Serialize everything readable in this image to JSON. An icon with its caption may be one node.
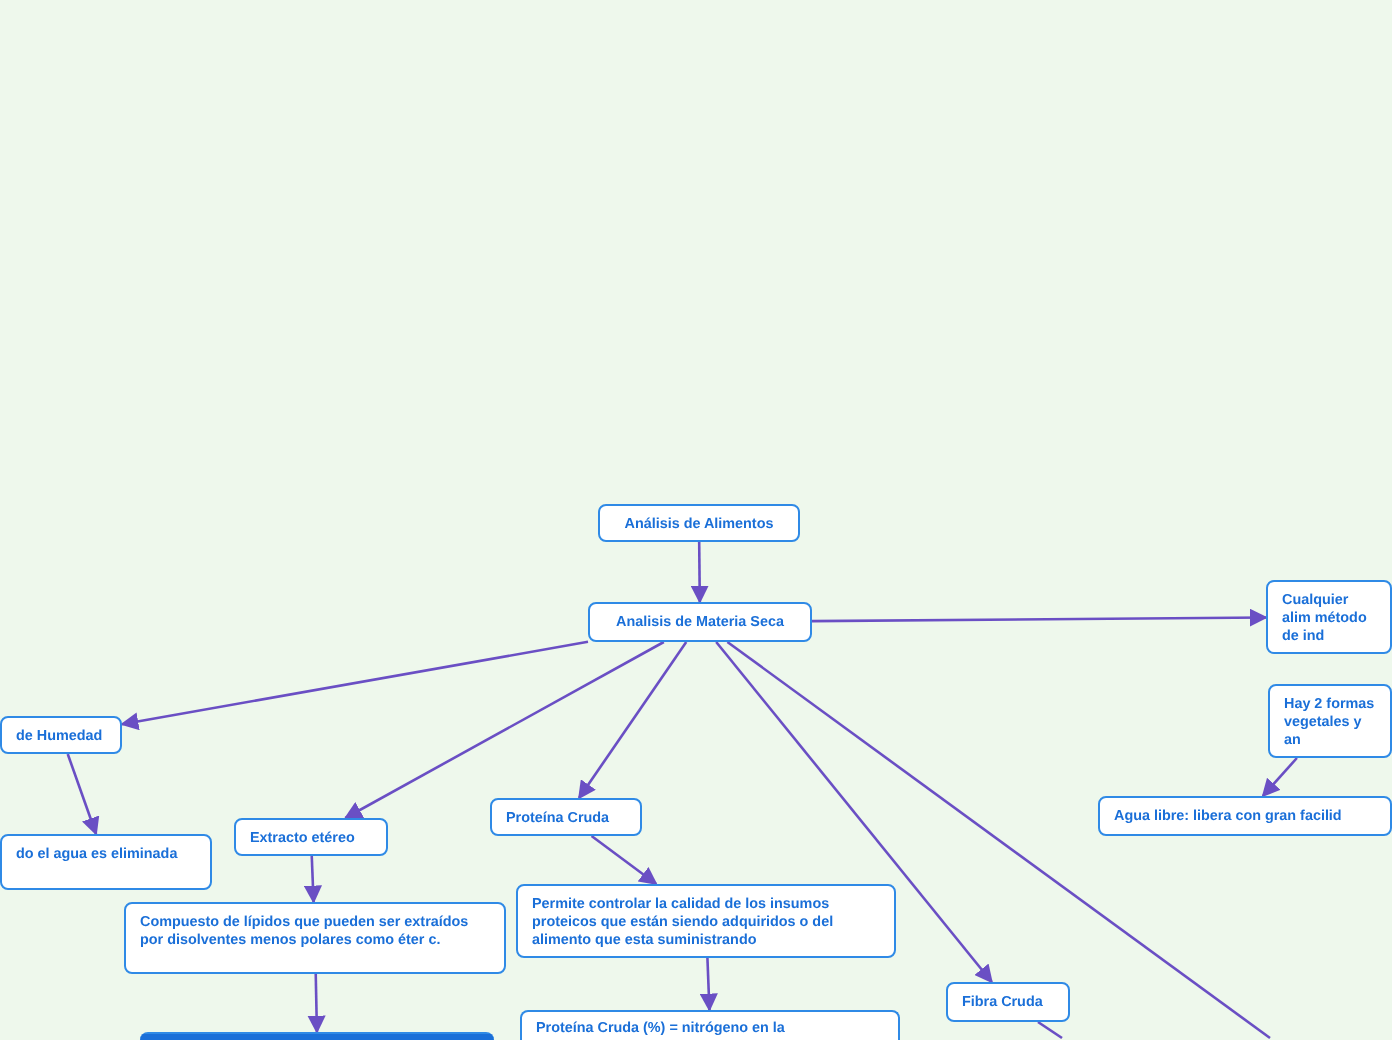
{
  "diagram": {
    "nodes": [
      {
        "text": [
          "Análisis de Alimentos"
        ]
      },
      {
        "text": [
          "Analisis de Materia Seca"
        ]
      },
      {
        "text": [
          "de Humedad"
        ]
      },
      {
        "text": [
          "do el agua es eliminada"
        ]
      },
      {
        "text": [
          "Extracto etéreo"
        ]
      },
      {
        "text": [
          "Compuesto de lípidos que pueden ser extraídos por disolventes menos polares como éter c."
        ]
      },
      {
        "text": [],
        "shape": "box"
      },
      {
        "text": [
          "Proteína Cruda"
        ]
      },
      {
        "text": [
          "Permite controlar la calidad de los insumos proteicos que están siendo adquiridos o del alimento que esta suministrando"
        ]
      },
      {
        "text": [
          "Proteína Cruda (%) = nitrógeno en la"
        ]
      },
      {
        "text": [
          "Fibra Cruda"
        ]
      },
      {
        "text": [
          "Cualquier alim método de ind"
        ]
      },
      {
        "text": [
          "Hay 2 formas vegetales y an"
        ]
      },
      {
        "text": [
          "Agua libre: libera con gran facilid"
        ]
      }
    ],
    "edges": [
      {
        "from": 0,
        "to": 1,
        "arrow": "to"
      },
      {
        "from": 1,
        "to": 2,
        "arrow": "to"
      },
      {
        "from": 2,
        "to": 3,
        "arrow": "to"
      },
      {
        "from": 1,
        "to": 4,
        "arrow": "to"
      },
      {
        "from": 4,
        "to": 5,
        "arrow": "to"
      },
      {
        "from": 5,
        "to": 6,
        "arrow": "to"
      },
      {
        "from": 1,
        "to": 7,
        "arrow": "to"
      },
      {
        "from": 7,
        "to": 8,
        "arrow": "to"
      },
      {
        "from": 8,
        "to": 9,
        "arrow": "to"
      },
      {
        "from": 1,
        "to": 10,
        "arrow": "to"
      },
      {
        "from": 10,
        "to": null,
        "arrow": "none"
      },
      {
        "from": 1,
        "to": 11,
        "arrow": "to"
      },
      {
        "from": 12,
        "to": 13,
        "arrow": "to"
      },
      {
        "from": 1,
        "to": null,
        "arrow": "none"
      }
    ]
  }
}
